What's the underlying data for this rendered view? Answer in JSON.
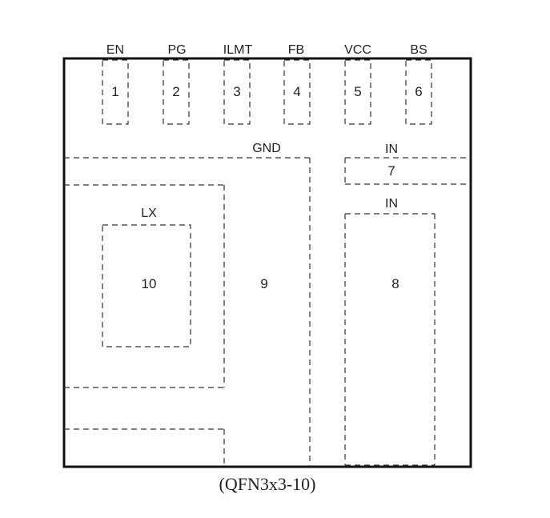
{
  "package": {
    "caption": "(QFN3x3-10)"
  },
  "pins": [
    {
      "name": "EN",
      "number": "1"
    },
    {
      "name": "PG",
      "number": "2"
    },
    {
      "name": "ILMT",
      "number": "3"
    },
    {
      "name": "FB",
      "number": "4"
    },
    {
      "name": "VCC",
      "number": "5"
    },
    {
      "name": "BS",
      "number": "6"
    }
  ],
  "pads": {
    "gnd": {
      "label": "GND",
      "number": "9"
    },
    "in_top": {
      "label": "IN",
      "number": "7"
    },
    "in_main": {
      "label": "IN",
      "number": "8"
    },
    "lx": {
      "label": "LX",
      "number": "10"
    }
  }
}
